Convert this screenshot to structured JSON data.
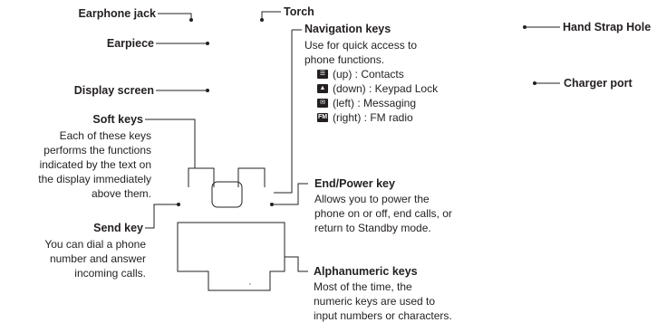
{
  "labels": {
    "earphone_jack": "Earphone jack",
    "earpiece": "Earpiece",
    "display_screen": "Display screen",
    "soft_keys": "Soft keys",
    "soft_keys_desc": [
      "Each of these keys",
      "performs the functions",
      "indicated by the text on",
      "the display immediately",
      "above them."
    ],
    "send_key": "Send key",
    "send_key_desc": [
      "You can dial a phone",
      "number and answer",
      "incoming calls."
    ],
    "torch": "Torch",
    "navigation_keys": "Navigation keys",
    "navigation_keys_desc": [
      "Use for quick access to",
      "phone functions."
    ],
    "nav_items": [
      {
        "text": "(up) : Contacts",
        "icon": "contacts-icon"
      },
      {
        "text": "(down) : Keypad Lock",
        "icon": "lock-icon"
      },
      {
        "text": "(left) : Messaging",
        "icon": "envelope-icon"
      },
      {
        "text": "(right) : FM radio",
        "icon": "fm-icon"
      }
    ],
    "end_power_key": "End/Power key",
    "end_power_desc": [
      "Allows you to power the",
      "phone on or off, end calls, or",
      "return to Standby mode."
    ],
    "alphanumeric_keys": "Alphanumeric keys",
    "alphanumeric_desc": [
      "Most of the time, the",
      "numeric keys are used to",
      "input numbers or characters."
    ],
    "hand_strap_hole": "Hand Strap Hole",
    "charger_port": "Charger port"
  }
}
